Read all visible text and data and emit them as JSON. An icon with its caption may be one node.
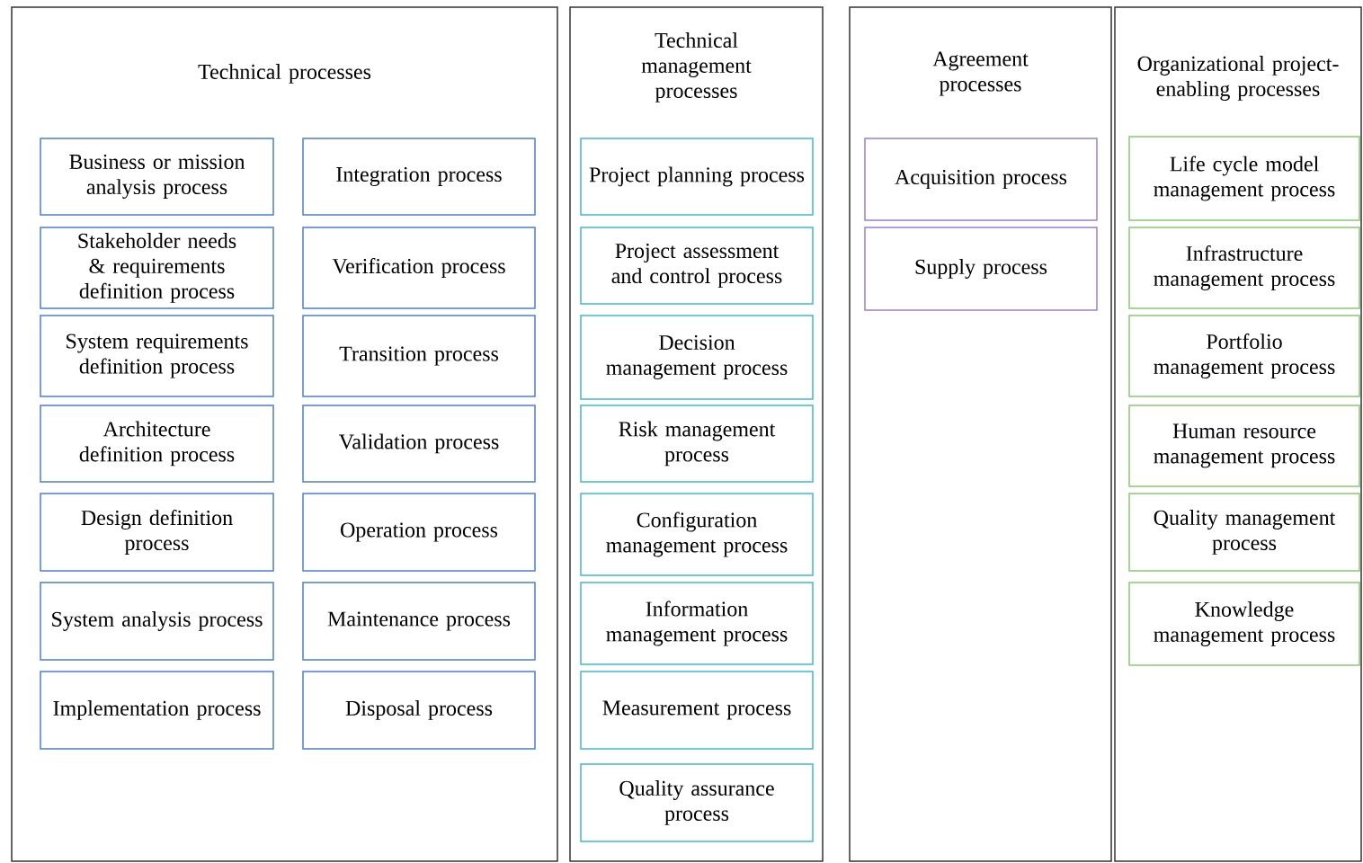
{
  "diagram": {
    "nodes": [
      {
        "text": [
          "Technical processes"
        ]
      },
      {
        "text": [
          "Business or mission analysis process"
        ],
        "in": 0
      },
      {
        "text": [
          "Integration process"
        ],
        "in": 0
      },
      {
        "text": [
          "Stakeholder needs & requirements definition process"
        ],
        "in": 0
      },
      {
        "text": [
          "Verification process"
        ],
        "in": 0
      },
      {
        "text": [
          "System requirements definition process"
        ],
        "in": 0
      },
      {
        "text": [
          "Transition process"
        ],
        "in": 0
      },
      {
        "text": [
          "Architecture definition process"
        ],
        "in": 0
      },
      {
        "text": [
          "Validation process"
        ],
        "in": 0
      },
      {
        "text": [
          "Design definition process"
        ],
        "in": 0
      },
      {
        "text": [
          "Operation process"
        ],
        "in": 0
      },
      {
        "text": [
          "System analysis process"
        ],
        "in": 0
      },
      {
        "text": [
          "Maintenance process"
        ],
        "in": 0
      },
      {
        "text": [
          "Implementation process"
        ],
        "in": 0
      },
      {
        "text": [
          "Disposal process"
        ],
        "in": 0
      },
      {
        "text": [
          "Technical management processes"
        ]
      },
      {
        "text": [
          "Project planning process"
        ],
        "in": 15
      },
      {
        "text": [
          "Project assessment and control process"
        ],
        "in": 15
      },
      {
        "text": [
          "Decision management process"
        ],
        "in": 15
      },
      {
        "text": [
          "Risk management process"
        ],
        "in": 15
      },
      {
        "text": [
          "Configuration management process"
        ],
        "in": 15
      },
      {
        "text": [
          "Information management process"
        ],
        "in": 15
      },
      {
        "text": [
          "Measurement process"
        ],
        "in": 15
      },
      {
        "text": [
          "Quality assurance process"
        ],
        "in": 15
      },
      {
        "text": [
          "Agreement processes"
        ]
      },
      {
        "text": [
          "Acquisition process"
        ],
        "in": 24
      },
      {
        "text": [
          "Supply process"
        ],
        "in": 24
      },
      {
        "text": [
          "Organizational project-enabling processes"
        ]
      },
      {
        "text": [
          "Life cycle model management process"
        ],
        "in": 27
      },
      {
        "text": [
          "Infrastructure management process"
        ],
        "in": 27
      },
      {
        "text": [
          "Portfolio management process"
        ],
        "in": 27
      },
      {
        "text": [
          "Human resource management process"
        ],
        "in": 27
      },
      {
        "text": [
          "Quality management process"
        ],
        "in": 27
      },
      {
        "text": [
          "Knowledge management process"
        ],
        "in": 27
      }
    ]
  }
}
